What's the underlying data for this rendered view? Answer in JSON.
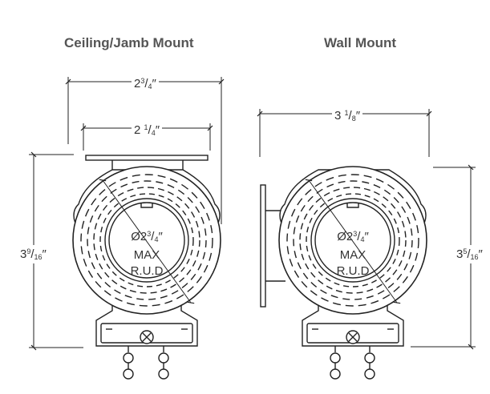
{
  "titles": {
    "ceiling": "Ceiling/Jamb Mount",
    "wall": "Wall Mount"
  },
  "ceiling": {
    "overall_width": {
      "whole": "2",
      "num": "3",
      "den": "4",
      "unit": "″"
    },
    "plate_width": {
      "whole": "2 ",
      "num": "1",
      "den": "4",
      "unit": "″"
    },
    "height": {
      "whole": "3",
      "num": "9",
      "den": "16",
      "unit": "″"
    },
    "center": {
      "symbol": "Ø2",
      "num": "3",
      "den": "4",
      "unit": "″",
      "line2": "MAX",
      "line3": "R.U.D"
    }
  },
  "wall": {
    "overall_width": {
      "whole": "3 ",
      "num": "1",
      "den": "8",
      "unit": "″"
    },
    "height": {
      "whole": "3",
      "num": "5",
      "den": "16",
      "unit": "″"
    },
    "center": {
      "symbol": "Ø2",
      "num": "3",
      "den": "4",
      "unit": "″",
      "line2": "MAX",
      "line3": "R.U.D"
    }
  },
  "colors": {
    "stroke": "#222222",
    "text": "#333333",
    "title": "#555555"
  }
}
